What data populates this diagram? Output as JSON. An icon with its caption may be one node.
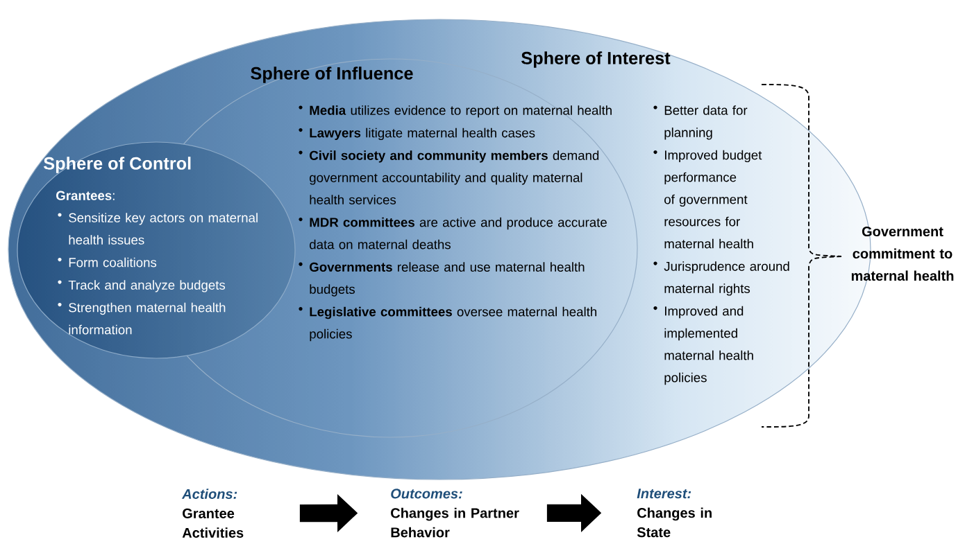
{
  "diagram": {
    "nodes": [
      {
        "text": [
          "Sphere of Interest",
          "Better data for planning",
          "Improved budget performance of government resources for maternal health",
          "Jurisprudence around maternal rights",
          "Improved and implemented maternal health policies"
        ]
      },
      {
        "text": [
          "Sphere of Influence",
          "**Media** utilizes evidence to report on maternal health",
          "**Lawyers** litigate maternal health cases",
          "**Civil society and community members** demand government accountability and quality maternal health services",
          "**MDR committees** are active and produce accurate data on maternal deaths",
          "**Governments** release and use maternal health budgets",
          "**Legislative committees** oversee maternal health policies"
        ],
        "in": 0
      },
      {
        "text": [
          "Sphere of Control",
          "**Grantees**:",
          "Sensitize key actors on maternal health issues",
          "Form coalitions",
          "Track and analyze budgets",
          "Strengthen maternal health information"
        ],
        "in": 0
      },
      {
        "text": [
          "*Actions*:",
          "Grantee Activities"
        ]
      },
      {
        "text": [
          "*Outcomes*:",
          "Changes in Partner Behavior"
        ]
      },
      {
        "text": [
          "*Interest*:",
          "Changes in State"
        ]
      }
    ],
    "edges": [
      {
        "from": 3,
        "to": 4,
        "arrow": "to"
      },
      {
        "from": 4,
        "to": 5,
        "arrow": "to"
      }
    ],
    "labels": [
      "Government commitment to maternal health"
    ]
  }
}
